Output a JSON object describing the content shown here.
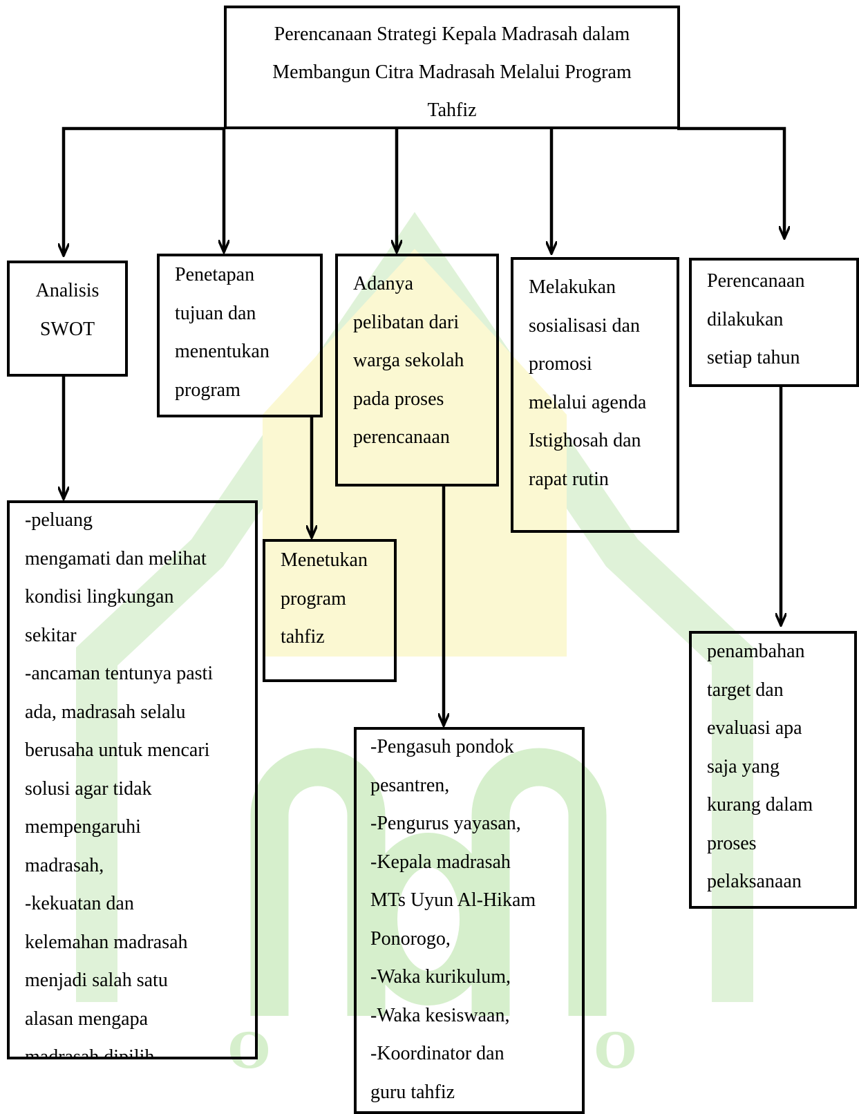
{
  "root": {
    "text": "Perencanaan Strategi Kepala Madrasah dalam\nMembangun Citra Madrasah Melalui Program\nTahfiz"
  },
  "nodes": {
    "swot": "Analisis\nSWOT",
    "tujuan": "Penetapan\ntujuan dan\nmenentukan\nprogram",
    "pelibatan": "Adanya\npelibatan dari\nwarga sekolah\npada proses\nperencanaan",
    "sosialisasi": "Melakukan\nsosialisasi dan\npromosi\nmelalui agenda\nIstighosah dan\nrapat rutin",
    "tahunan": "Perencanaan\ndilakukan\nsetiap tahun"
  },
  "details": {
    "swot_detail": "-peluang\nmengamati dan melihat\nkondisi lingkungan\nsekitar\n-ancaman tentunya pasti\nada, madrasah selalu\nberusaha untuk mencari\nsolusi agar tidak\nmempengaruhi\nmadrasah,\n-kekuatan dan\nkelemahan madrasah\nmenjadi salah satu\nalasan mengapa\nmadrasah dipilih",
    "program_detail": "Menetukan\nprogram\ntahfiz",
    "pelibatan_detail": "-Pengasuh pondok\npesantren,\n-Pengurus yayasan,\n-Kepala madrasah\nMTs Uyun Al-Hikam\nPonorogo,\n-Waka kurikulum,\n-Waka kesiswaan,\n-Koordinator dan\nguru tahfiz",
    "tahunan_detail": "penambahan\ntarget dan\nevaluasi apa\nsaja yang\nkurang dalam\nproses\npelaksanaan"
  },
  "colors": {
    "line": "#000000",
    "watermark_green": "#d9efd2",
    "watermark_yellow": "#fbf7c9"
  }
}
